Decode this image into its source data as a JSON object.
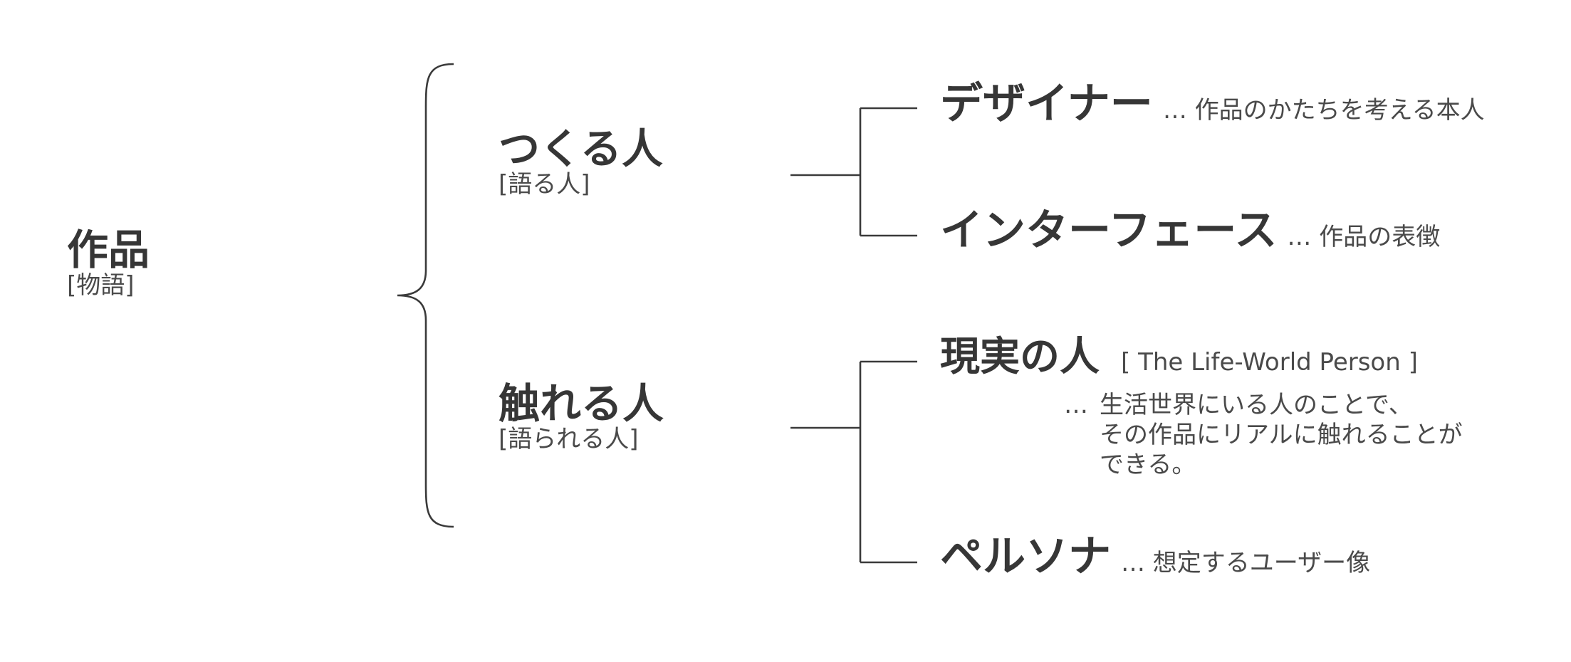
{
  "root": {
    "title": "作品",
    "subtitle": "[物語]"
  },
  "branches": [
    {
      "title": "つくる人",
      "subtitle": "[語る人]",
      "children": [
        {
          "title": "デザイナー",
          "description": "… 作品のかたちを考える本人"
        },
        {
          "title": "インターフェース",
          "description": "… 作品の表徴"
        }
      ]
    },
    {
      "title": "触れる人",
      "subtitle": "[語られる人]",
      "children": [
        {
          "title": "現実の人",
          "tag": "[ The Life-World Person ]",
          "description_lead": "…",
          "description_lines": [
            "生活世界にいる人のことで、",
            "その作品にリアルに触れることが",
            "できる。"
          ]
        },
        {
          "title": "ペルソナ",
          "description": "… 想定するユーザー像"
        }
      ]
    }
  ],
  "colors": {
    "text_main": "#363636",
    "text_sub": "#4a4a4a",
    "line": "#3a3a3a",
    "background": "#ffffff"
  }
}
